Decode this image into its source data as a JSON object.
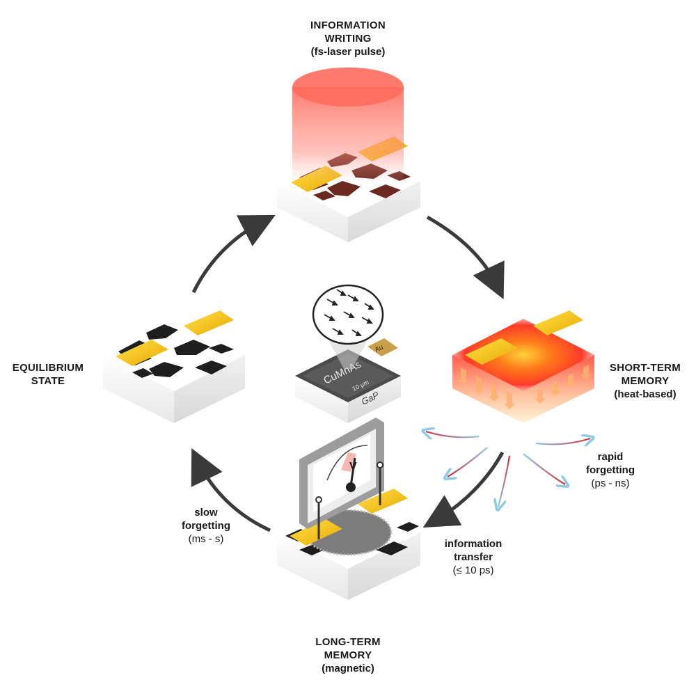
{
  "states": {
    "writing": {
      "title_line1": "INFORMATION",
      "title_line2": "WRITING",
      "subtitle": "(fs-laser pulse)"
    },
    "short_term": {
      "title_line1": "SHORT-TERM",
      "title_line2": "MEMORY",
      "subtitle": "(heat-based)"
    },
    "long_term": {
      "title_line1": "LONG-TERM",
      "title_line2": "MEMORY",
      "subtitle": "(magnetic)"
    },
    "equilibrium": {
      "title_line1": "EQUILIBRIUM",
      "title_line2": "STATE"
    }
  },
  "processes": {
    "rapid": {
      "line1": "rapid",
      "line2": "forgetting",
      "time": "(ps - ns)"
    },
    "transfer": {
      "line1": "information",
      "line2": "transfer",
      "time": "(≤ 10 ps)"
    },
    "slow": {
      "line1": "slow",
      "line2": "forgetting",
      "time": "(ms - s)"
    }
  },
  "chip": {
    "material": "CuMnAs",
    "substrate": "GaP",
    "contact": "Au",
    "scale": "10 µm"
  },
  "meter": {
    "symbol": "V"
  },
  "colors": {
    "arrow": "#3a3a3a",
    "laser": "#ff6b5e",
    "gold": "#f5c518",
    "domain": "#1e1e1e",
    "cool": "#8ec9e8",
    "warm": "#c8323c"
  }
}
